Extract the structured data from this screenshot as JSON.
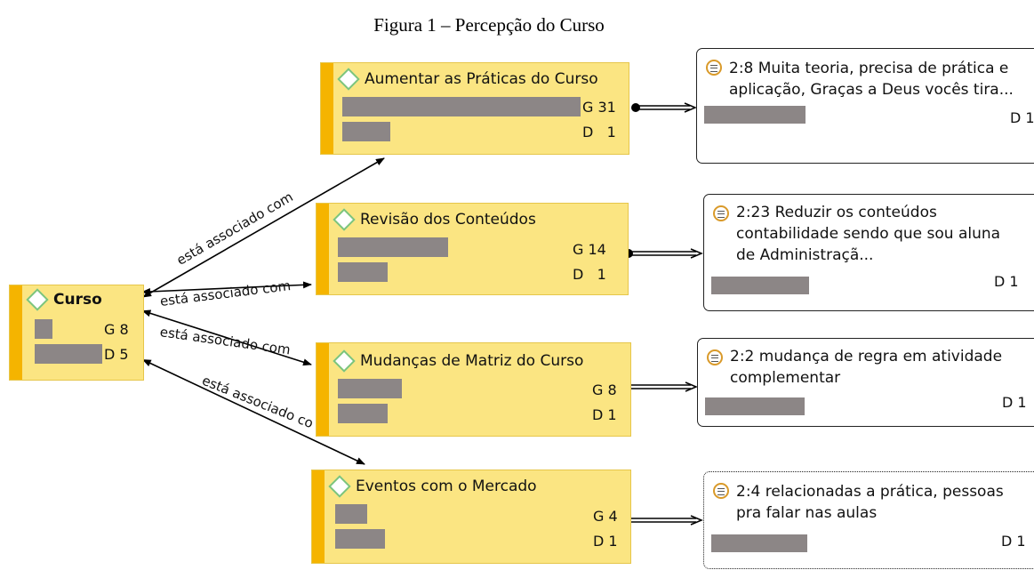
{
  "caption": "Figura 1 – Percepção do Curso",
  "relation_label": "está associado com",
  "relation_label_cut": "está associado co",
  "root": {
    "name": "Curso",
    "g": "G 8",
    "d": "D 5"
  },
  "codes": [
    {
      "name": "Aumentar as Práticas do Curso",
      "g": "G 31",
      "d": "D   1",
      "g_value": 31,
      "d_value": 1
    },
    {
      "name": "Revisão dos Conteúdos",
      "g": "G 14",
      "d": "D   1",
      "g_value": 14,
      "d_value": 1
    },
    {
      "name": "Mudanças de Matriz do Curso",
      "g": "G 8",
      "d": "D 1",
      "g_value": 8,
      "d_value": 1
    },
    {
      "name": "Eventos com o Mercado",
      "g": "G 4",
      "d": "D 1",
      "g_value": 4,
      "d_value": 1
    }
  ],
  "quotes": [
    {
      "text": "2:8 Muita teoria, precisa de prática e\naplicação, Graças a Deus vocês tira...",
      "doc": "D 1"
    },
    {
      "text": "2:23 Reduzir os conteúdos\ncontabilidade sendo que sou aluna\nde Administraçã...",
      "doc": "D 1"
    },
    {
      "text": "2:2 mudança de regra em atividade\ncomplementar",
      "doc": "D 1"
    },
    {
      "text": "2:4 relacionadas a prática, pessoas\npra falar nas aulas",
      "doc": "D 1"
    }
  ],
  "colors": {
    "code_fill": "#fbe582",
    "code_stripe": "#f5b400",
    "bar": "#8c8686",
    "diamond": "#7cc47a"
  }
}
